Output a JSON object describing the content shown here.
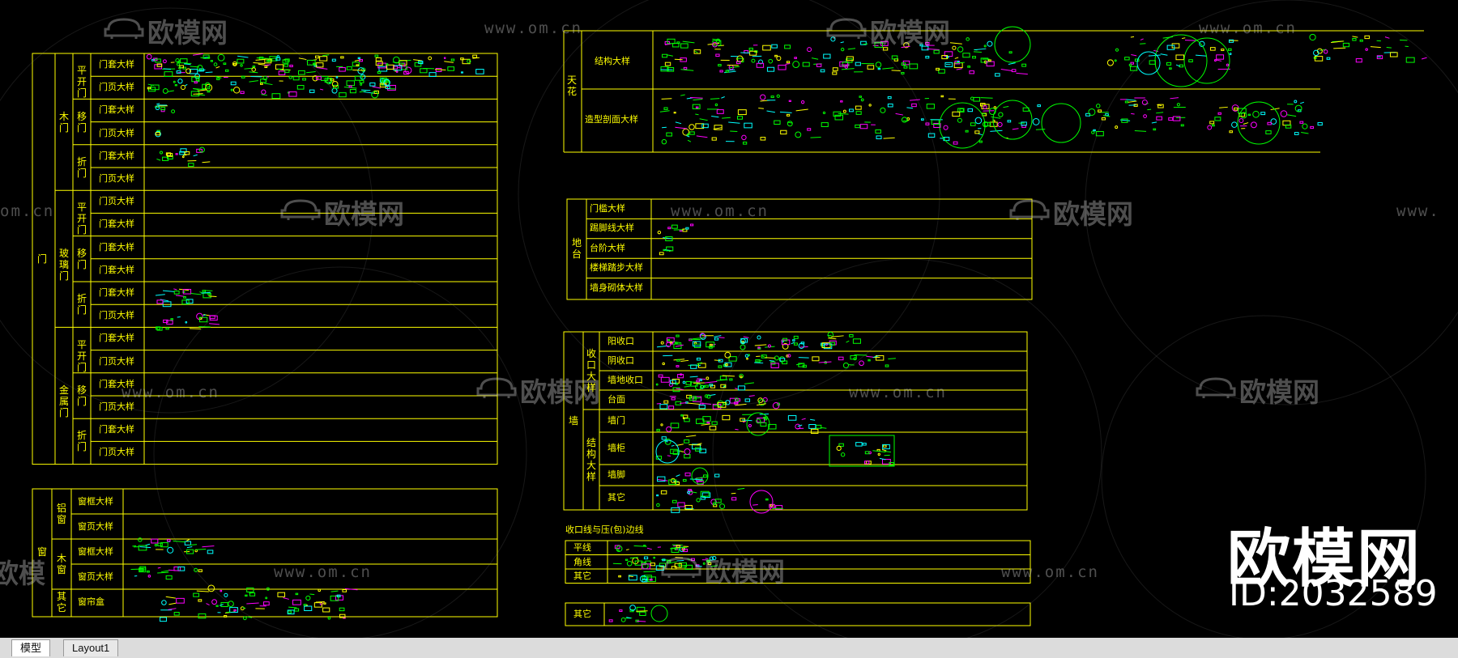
{
  "colors": {
    "background": "#000000",
    "lines": "#ffff00",
    "detail_a": "#00ff00",
    "detail_b": "#00ffff",
    "detail_c": "#ff00ff",
    "watermark": "#cdcdcd",
    "tabbar": "#dcdcdc"
  },
  "watermark": {
    "brand": "欧模网",
    "url": "www.om.cn",
    "url_partial_left": "om.cn",
    "url_partial_right": "www.",
    "brand_partial": "欧模",
    "icon": "sofa-logo-icon"
  },
  "logo": {
    "brand": "欧模网",
    "id": "ID:2032589"
  },
  "tabs": [
    {
      "label": "模型",
      "active": true
    },
    {
      "label": "Layout1",
      "active": false
    }
  ],
  "doors_table": {
    "category": "门",
    "groups": [
      {
        "label": "木门",
        "subgroups": [
          {
            "label": "平开门",
            "rows": [
              "门套大样",
              "门页大样"
            ]
          },
          {
            "label": "移门",
            "rows": [
              "门套大样",
              "门页大样"
            ]
          },
          {
            "label": "折门",
            "rows": [
              "门套大样",
              "门页大样"
            ]
          }
        ]
      },
      {
        "label": "玻璃门",
        "subgroups": [
          {
            "label": "平开门",
            "rows": [
              "门页大样",
              "门套大样"
            ]
          },
          {
            "label": "移门",
            "rows": [
              "门套大样",
              "门套大样"
            ]
          },
          {
            "label": "折门",
            "rows": [
              "门套大样",
              "门页大样"
            ]
          }
        ]
      },
      {
        "label": "金属门",
        "subgroups": [
          {
            "label": "平开门",
            "rows": [
              "门套大样",
              "门页大样"
            ]
          },
          {
            "label": "移门",
            "rows": [
              "门套大样",
              "门页大样"
            ]
          },
          {
            "label": "折门",
            "rows": [
              "门套大样",
              "门页大样"
            ]
          }
        ]
      }
    ]
  },
  "windows_table": {
    "category": "窗",
    "groups": [
      {
        "label": "铝窗",
        "rows": [
          "窗框大样",
          "窗页大样"
        ]
      },
      {
        "label": "木窗",
        "rows": [
          "窗框大样",
          "窗页大样"
        ]
      },
      {
        "label": "其它",
        "rows": [
          "窗帘盒"
        ]
      }
    ]
  },
  "ceiling_table": {
    "category": "天花",
    "rows": [
      "结构大样",
      "造型剖面大样"
    ]
  },
  "floor_table": {
    "category": "地台",
    "rows": [
      "门槛大样",
      "踢脚线大样",
      "台阶大样",
      "楼梯踏步大样",
      "墙身砌体大样"
    ]
  },
  "wall_table": {
    "category": "墙",
    "groups": [
      {
        "label": "收口大样",
        "rows": [
          "阳收口",
          "阴收口",
          "墙地收口",
          "台面"
        ]
      },
      {
        "label": "结构大样",
        "rows": [
          "墙门",
          "墙柜",
          "墙脚",
          "其它"
        ]
      }
    ]
  },
  "edge_table": {
    "title": "收口线与压(包)边线",
    "rows": [
      "平线",
      "角线",
      "其它"
    ]
  },
  "other_table": {
    "rows": [
      "其它"
    ]
  }
}
